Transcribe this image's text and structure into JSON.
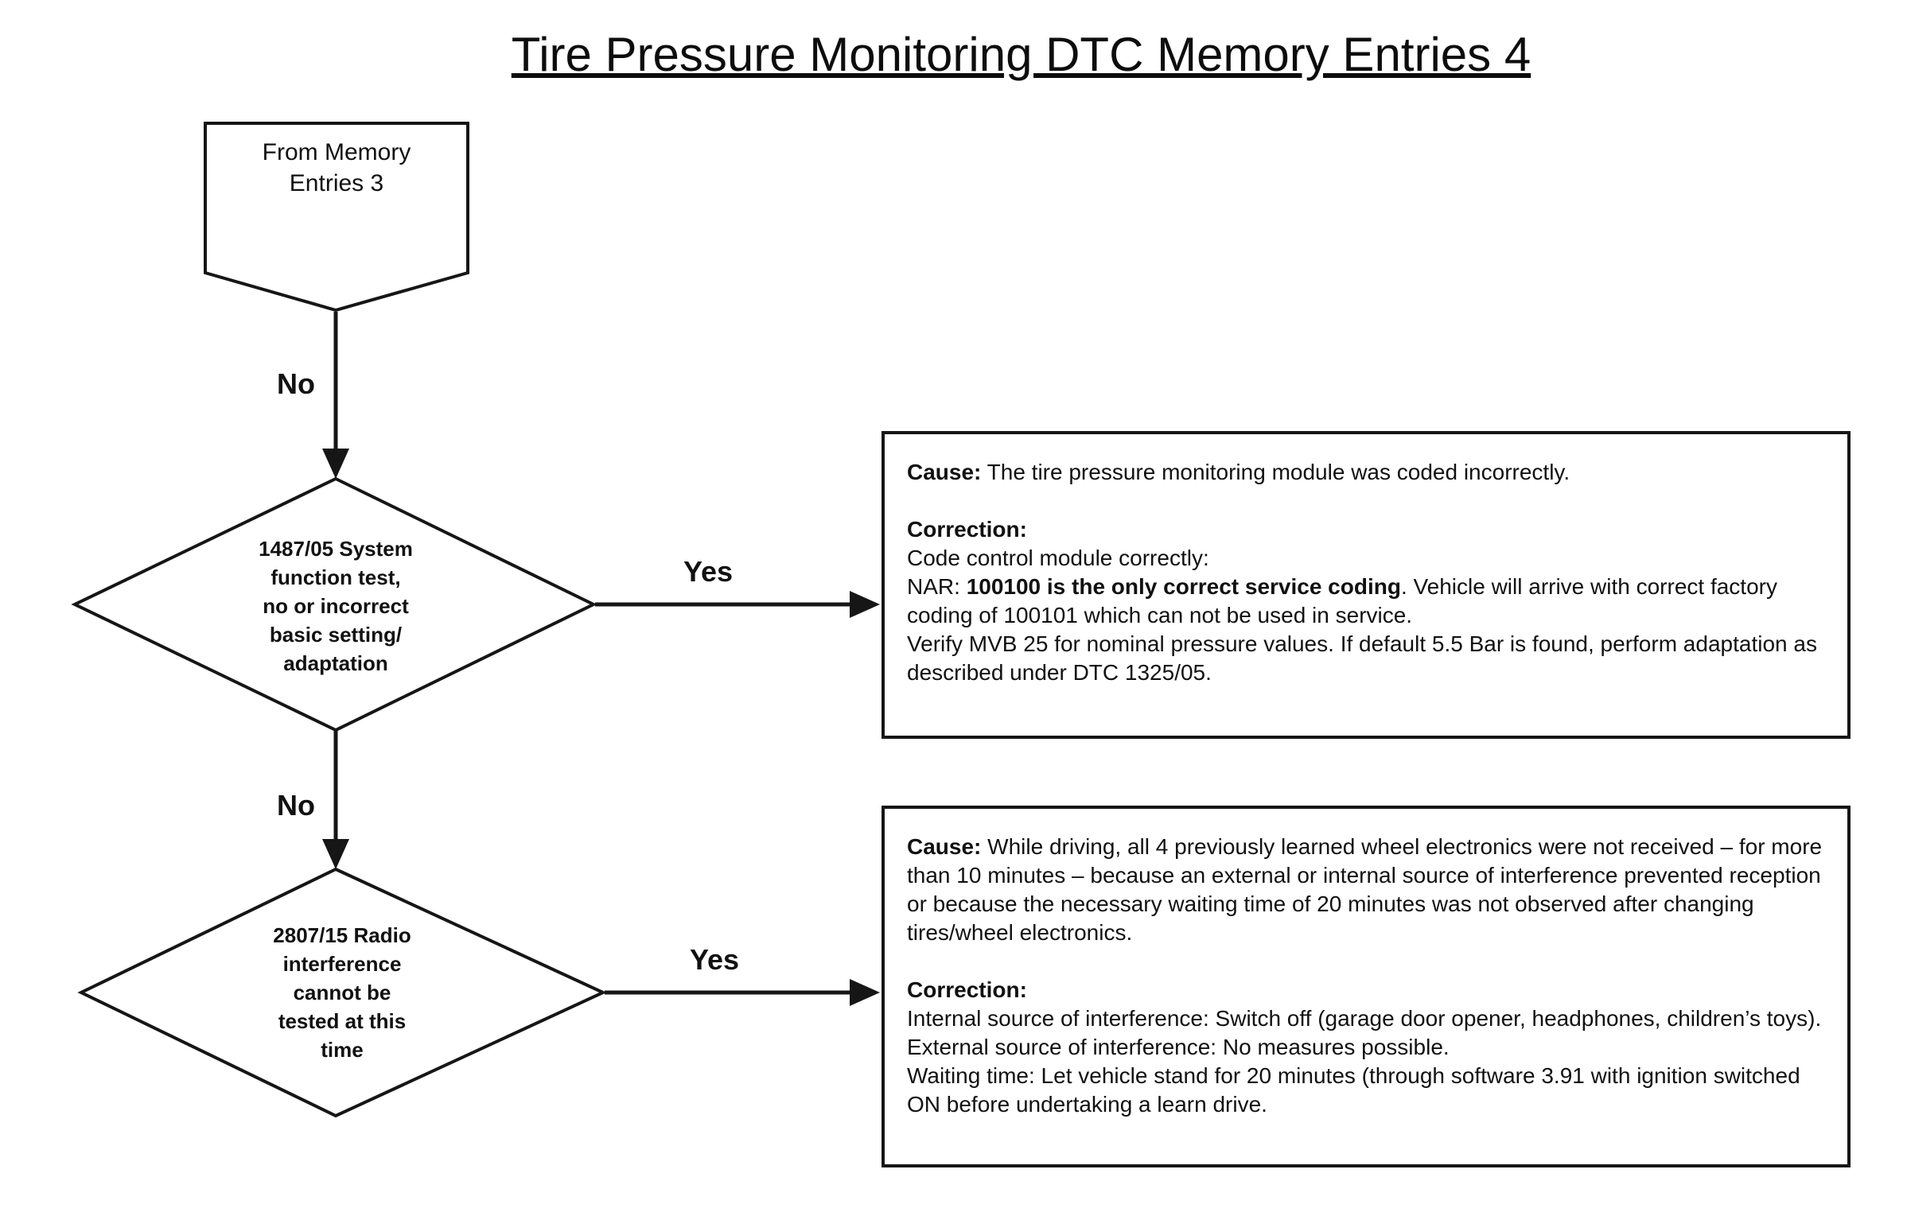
{
  "title": "Tire Pressure Monitoring DTC Memory Entries 4",
  "flowchart": {
    "start_node": {
      "line1": "From Memory",
      "line2": "Entries 3"
    },
    "edge_labels": {
      "no1": "No",
      "yes1": "Yes",
      "no2": "No",
      "yes2": "Yes"
    },
    "decision1": {
      "lines": [
        "1487/05 System",
        "function test,",
        "no or incorrect",
        "basic setting/",
        "adaptation"
      ]
    },
    "decision2": {
      "lines": [
        "2807/15 Radio",
        "interference",
        "cannot be",
        "tested at this",
        "time"
      ]
    }
  },
  "result_box1": {
    "cause_label": "Cause:",
    "cause_text": " The tire pressure monitoring module was coded incorrectly.",
    "correction_label": "Correction:",
    "correction_line1": "Code control module correctly:",
    "nar_prefix": "NAR: ",
    "nar_bold": "100100 is the only correct service coding",
    "nar_rest": ". Vehicle will arrive with correct factory coding of 100101 which can not be used in service.",
    "correction_line3": "Verify MVB 25 for nominal pressure values. If default 5.5 Bar is found, perform adaptation as described under DTC 1325/05."
  },
  "result_box2": {
    "cause_label": "Cause:",
    "cause_text": " While driving, all 4 previously learned wheel electronics were not received – for more than 10 minutes – because an external or internal source of interference prevented reception or because the necessary waiting time of 20 minutes was not observed after changing tires/wheel electronics.",
    "correction_label": "Correction:",
    "correction_line1": "Internal source of interference: Switch off (garage door opener, headphones, children’s toys).",
    "correction_line2": "External source of interference: No measures possible.",
    "correction_line3": "Waiting time: Let vehicle stand for 20 minutes (through software 3.91 with ignition switched ON before undertaking a learn drive."
  }
}
